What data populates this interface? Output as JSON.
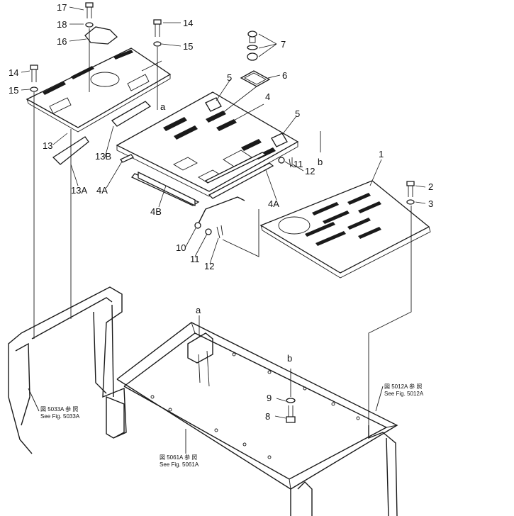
{
  "callouts": {
    "c1": "1",
    "c2": "2",
    "c3": "3",
    "c4": "4",
    "c4a_left": "4A",
    "c4a_right": "4A",
    "c4b": "4B",
    "c5_top": "5",
    "c5_mid": "5",
    "c6": "6",
    "c7": "7",
    "c8": "8",
    "c9": "9",
    "c10": "10",
    "c11_upper": "11",
    "c11_lower": "11",
    "c12_upper": "12",
    "c12_lower": "12",
    "c13": "13",
    "c13a": "13A",
    "c13b": "13B",
    "c14_top": "14",
    "c14_left": "14",
    "c15_top": "15",
    "c15_left": "15",
    "c16": "16",
    "c17": "17",
    "c18": "18",
    "a_upper": "a",
    "a_lower": "a",
    "b_upper": "b",
    "b_lower": "b"
  },
  "references": {
    "ref_5033a_line1": "図 5033A 参 照",
    "ref_5033a_line2": "See Fig. 5033A",
    "ref_5061a_line1": "図 5061A 参 照",
    "ref_5061a_line2": "See Fig. 5061A",
    "ref_5012a_line1": "図 5012A 参 照",
    "ref_5012a_line2": "See Fig. 5012A"
  }
}
